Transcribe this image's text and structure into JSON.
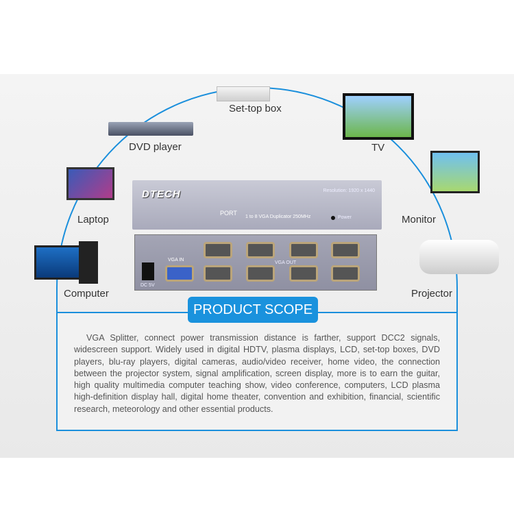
{
  "devices": {
    "set_top_box": "Set-top box",
    "dvd_player": "DVD player",
    "tv": "TV",
    "laptop": "Laptop",
    "monitor": "Monitor",
    "computer": "Computer",
    "projector": "Projector"
  },
  "product": {
    "brand": "DTECH",
    "resolution": "Resolution: 1920 x 1440",
    "port": "PORT",
    "model": "1 to 8 VGA Duplicator  250MHz",
    "power": "Power",
    "vga_in": "VGA IN",
    "vga_out": "VGA OUT",
    "dc": "DC 5V"
  },
  "scope": {
    "title": "PRODUCT SCOPE",
    "description": "VGA Splitter, connect power transmission distance is farther, support DCC2 signals, widescreen support. Widely used in digital HDTV, plasma displays, LCD, set-top boxes, DVD players, blu-ray players, digital cameras, audio/video receiver, home video, the connection between the projector system, signal amplification, screen display, more is to earn the guitar, high quality multimedia computer teaching show, video conference, computers, LCD plasma high-definition display hall, digital home theater, convention and exhibition, financial, scientific research, meteorology and other essential products."
  },
  "colors": {
    "accent": "#1a92dd"
  }
}
